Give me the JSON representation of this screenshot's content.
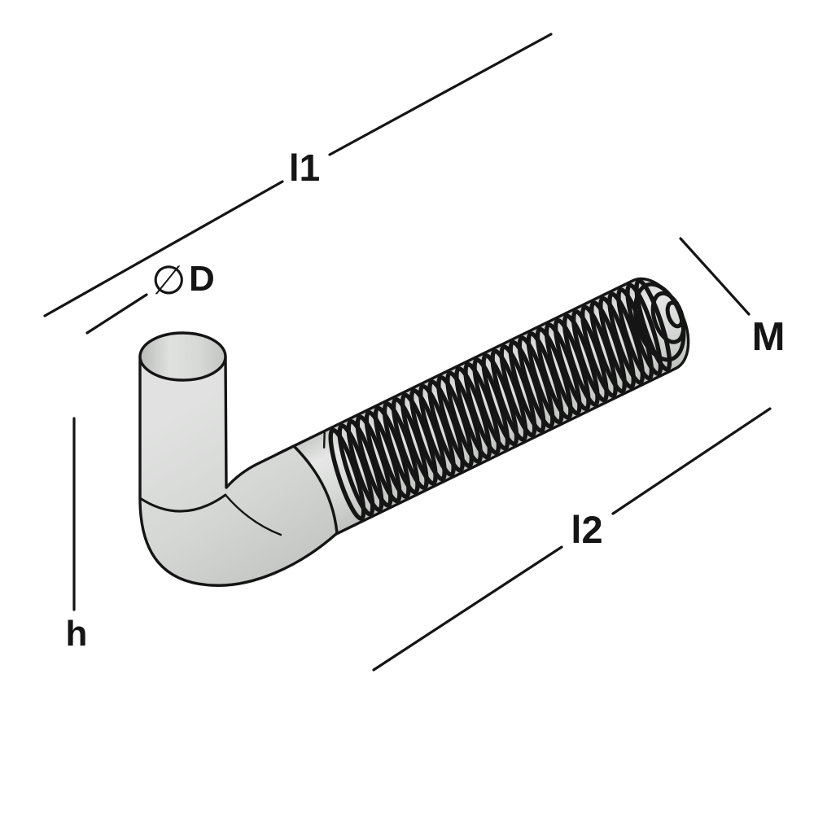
{
  "diagram": {
    "kind": "technical-drawing",
    "subject": "bent-anchor-bolt",
    "background_color": "#ffffff",
    "ink_color": "#151515",
    "steel_colors": {
      "light": "#e6e7e6",
      "mid": "#d8dad8",
      "dark": "#bcbebc"
    },
    "dimensions": {
      "l1": {
        "label": "l1"
      },
      "diameter": {
        "symbol": "∅",
        "label": "D"
      },
      "thread": {
        "label": "M"
      },
      "l2": {
        "label": "l2"
      },
      "height": {
        "label": "h"
      }
    }
  }
}
